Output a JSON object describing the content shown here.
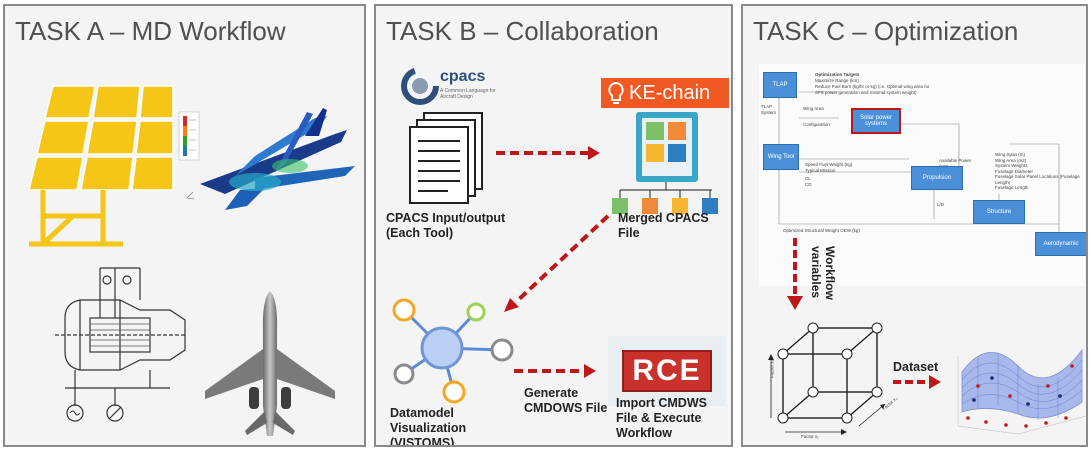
{
  "panels": {
    "a": {
      "title": "TASK A – MD Workflow"
    },
    "b": {
      "title": "TASK B – Collaboration",
      "cpacs_logo": {
        "name": "cpacs",
        "tagline": "A Common Language for Aircraft Design"
      },
      "kechain_label": "KE-chain",
      "rce_label": "RCE",
      "input_label": "CPACS Input/output\n(Each Tool)",
      "merged_label": "Merged CPACS\nFile",
      "generate_label": "Generate\nCMDOWS File",
      "datamodel_label": "Datamodel\nVisualization\n(VISTOMS)",
      "import_label": "Import CMDWS\nFile & Execute\nWorkflow"
    },
    "c": {
      "title": "TASK C – Optimization",
      "xdsm": {
        "tlap": "TLAP",
        "optimization_heading": "Optimization Targets",
        "optimization_lines": [
          "Maximize Range (km)",
          "Reduce Fuel Burn (kg/hr or kg) (i.e. Optimal wing area for",
          "SFS power generation and minimal system weight)"
        ],
        "solar": "Solar power systems",
        "wing_tool": "Wing Tool",
        "propulsion": "Propulsion",
        "structure": "Structure",
        "aerodynamic": "Aerodynamic",
        "wing_area": "Wing Area",
        "configuration": "Configuration",
        "tlap_system": "TLAP System",
        "speed_fuel": "Speed Fuel Weight (kg) Typical Mission",
        "cl": "CL",
        "cd": "CD",
        "available_power": "Available Power (kW)",
        "lift_d": "L/D",
        "optimized_weight": "Optimized Structural Weight OEW (kg)",
        "right_list": [
          "Wing Span (m)",
          "Wing Area (m2)",
          "System Weights",
          "Fuselage Diameter",
          "Fuselage Solar Panel Locations (Fuselage Length)",
          "Fuselage Length"
        ]
      },
      "workflow_label": "Workflow\nvariables",
      "dataset_label": "Dataset",
      "cube_axis_x": "Factor x₁",
      "cube_axis_y": "Factor x₂",
      "cube_axis_z": "Factor x₃"
    }
  },
  "colors": {
    "panel_bg": "#f4f4f4",
    "panel_border": "#8a8a8a",
    "title_text": "#505050",
    "arrow_red": "#c0181a",
    "kechain_orange": "#f05a22",
    "rce_red": "#c8312c",
    "xdsm_blue": "#4a90d9",
    "solar_yellow": "#f5c518"
  }
}
